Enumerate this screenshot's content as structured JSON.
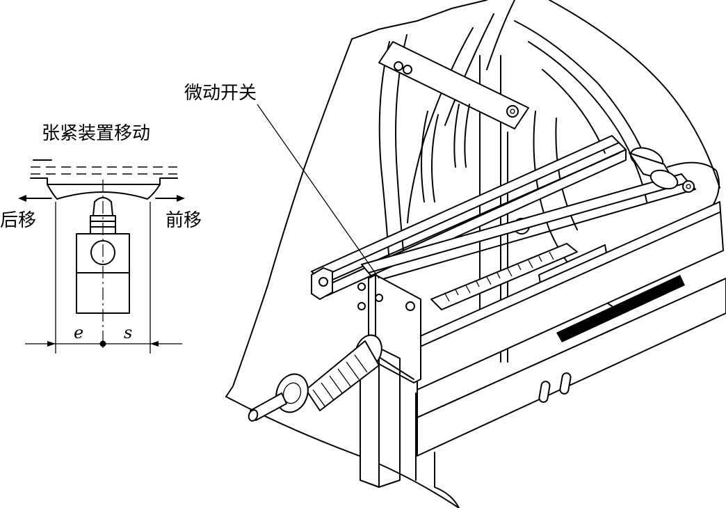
{
  "labels": {
    "tensioner_movement": "张紧装置移动",
    "backward": "后移",
    "forward": "前移",
    "micro_switch": "微动开关",
    "dim_e": "e",
    "dim_s": "s"
  }
}
